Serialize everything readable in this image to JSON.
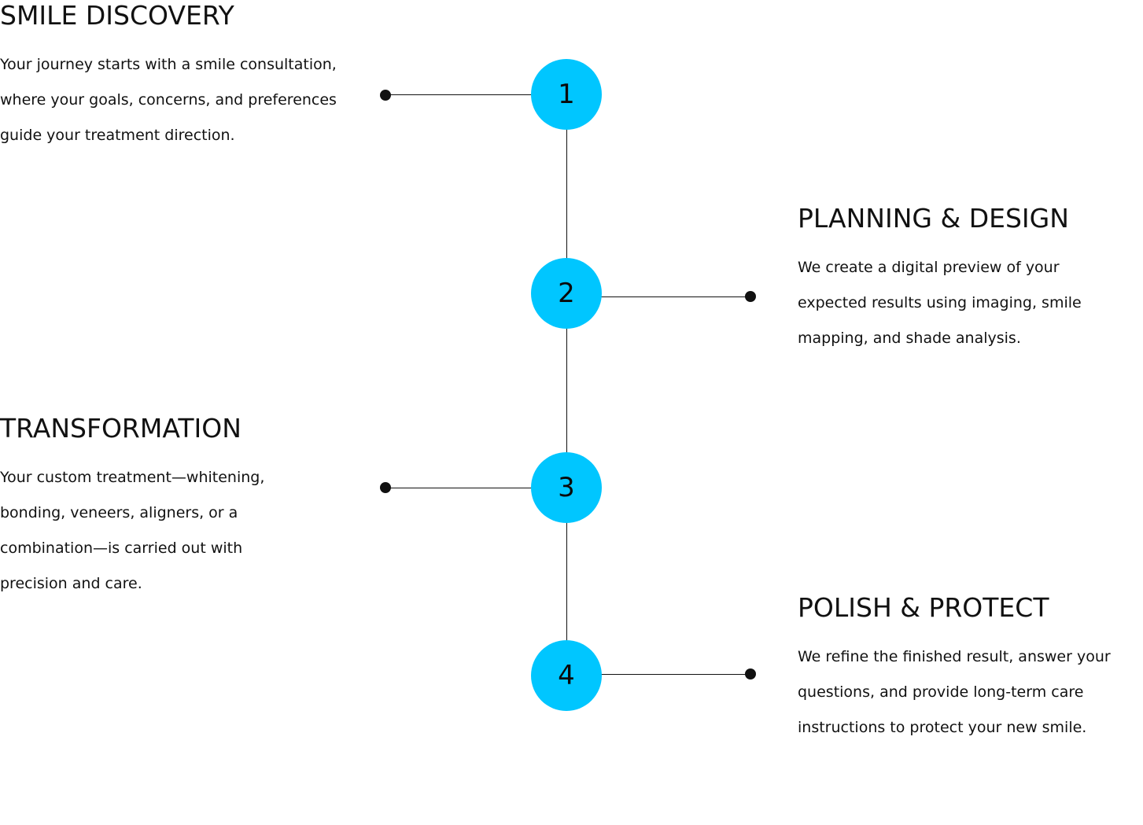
{
  "colors": {
    "node": "#00C6FF",
    "line": "#111111",
    "text": "#111111"
  },
  "steps": [
    {
      "number": "1",
      "title": "SMILE DISCOVERY",
      "description": "Your journey starts with a smile consultation, where your goals, concerns, and preferences guide your treatment direction."
    },
    {
      "number": "2",
      "title": "PLANNING & DESIGN",
      "description": "We create a digital preview of your expected results using imaging, smile mapping, and shade analysis."
    },
    {
      "number": "3",
      "title": "TRANSFORMATION",
      "description": "Your custom treatment—whitening, bonding, veneers, aligners, or a combination—is carried out with precision and care."
    },
    {
      "number": "4",
      "title": "POLISH & PROTECT",
      "description": "We refine the finished result, answer your questions, and provide long-term care instructions to protect your new smile."
    }
  ]
}
